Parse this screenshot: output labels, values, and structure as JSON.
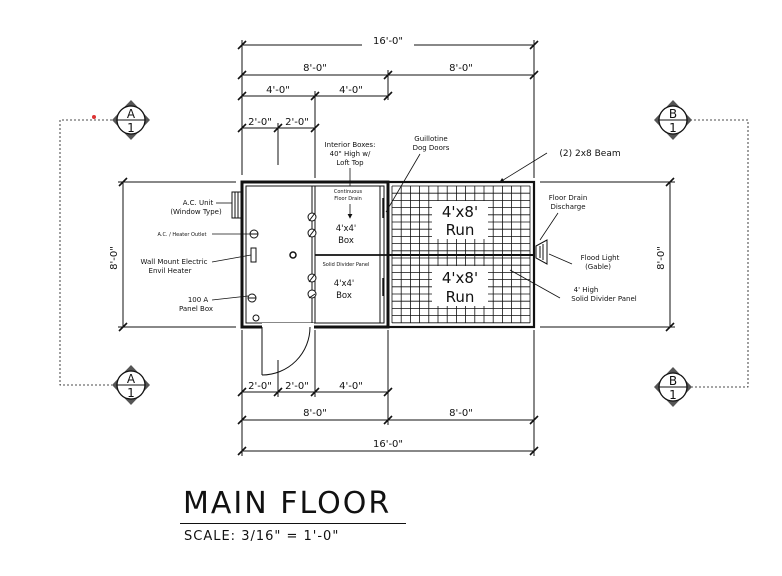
{
  "title": "MAIN FLOOR",
  "scale": "SCALE: 3/16\" = 1'-0\"",
  "dimensions": {
    "top_overall": "16'-0\"",
    "top_left_half": "8'-0\"",
    "top_right_half": "8'-0\"",
    "top_4a": "4'-0\"",
    "top_4b": "4'-0\"",
    "top_2a": "2'-0\"",
    "top_2b": "2'-0\"",
    "bottom_2a": "2'-0\"",
    "bottom_2b": "2'-0\"",
    "bottom_4": "4'-0\"",
    "bottom_left_half": "8'-0\"",
    "bottom_right_half": "8'-0\"",
    "bottom_overall": "16'-0\"",
    "left_height": "8'-0\"",
    "right_height": "8'-0\""
  },
  "sections": {
    "a_top": {
      "letter": "A",
      "num": "1"
    },
    "a_bottom": {
      "letter": "A",
      "num": "1"
    },
    "b_top": {
      "letter": "B",
      "num": "1"
    },
    "b_bottom": {
      "letter": "B",
      "num": "1"
    }
  },
  "notes": {
    "interior_boxes": [
      "Interior Boxes:",
      "40\" High w/",
      "Loft Top"
    ],
    "continuous_drain": [
      "Continuous",
      "Floor Drain"
    ],
    "guillotine": [
      "Guillotine",
      "Dog Doors"
    ],
    "beam": "(2) 2x8 Beam",
    "floor_drain_discharge": [
      "Floor Drain",
      "Discharge"
    ],
    "flood_light": [
      "Flood Light",
      "(Gable)"
    ],
    "solid_divider_panel": [
      "4' High",
      "Solid Divider Panel"
    ],
    "ac_unit": [
      "A.C. Unit",
      "(Window Type)"
    ],
    "ac_heater_outlet": "A.C. / Heater Outlet",
    "heater": [
      "Wall Mount Electric",
      "Envil Heater"
    ],
    "panel_box": [
      "100 A",
      "Panel Box"
    ],
    "solid_divider_small": "Solid Divider Panel"
  },
  "rooms": {
    "box1": [
      "4'x4'",
      "Box"
    ],
    "box2": [
      "4'x4'",
      "Box"
    ],
    "run1": [
      "4'x8'",
      "Run"
    ],
    "run2": [
      "4'x8'",
      "Run"
    ]
  }
}
